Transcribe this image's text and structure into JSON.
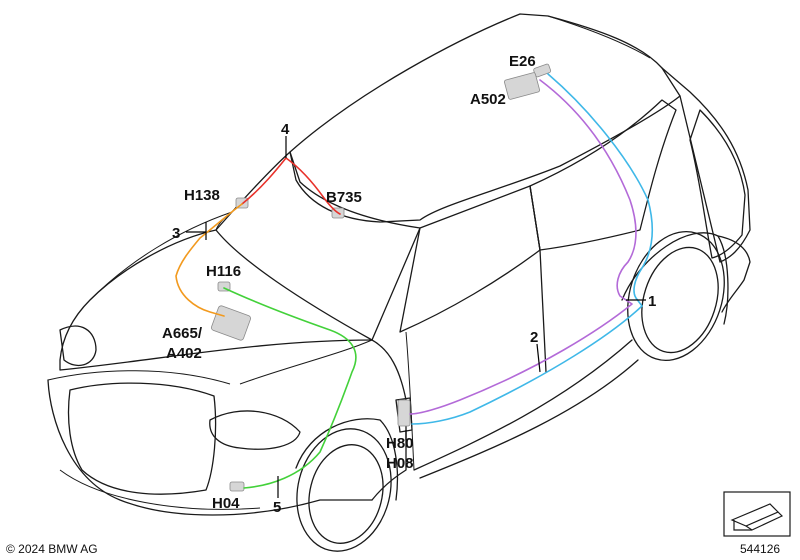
{
  "labels": {
    "e26": "E26",
    "a502": "A502",
    "n4": "4",
    "h138": "H138",
    "b735": "B735",
    "n3": "3",
    "h116": "H116",
    "a665": "A665/",
    "a402": "A402",
    "n2": "2",
    "n1": "1",
    "h80": "H80",
    "h08": "H08",
    "h04": "H04",
    "n5": "5"
  },
  "copyright": "© 2024 BMW AG",
  "figure_number": "544126",
  "colors": {
    "wire_red": "#e8322b",
    "wire_orange": "#f29a1f",
    "wire_green": "#43d13a",
    "wire_purple": "#b36ad8",
    "wire_blue": "#3fb8e8",
    "outline": "#1a1a1a"
  }
}
